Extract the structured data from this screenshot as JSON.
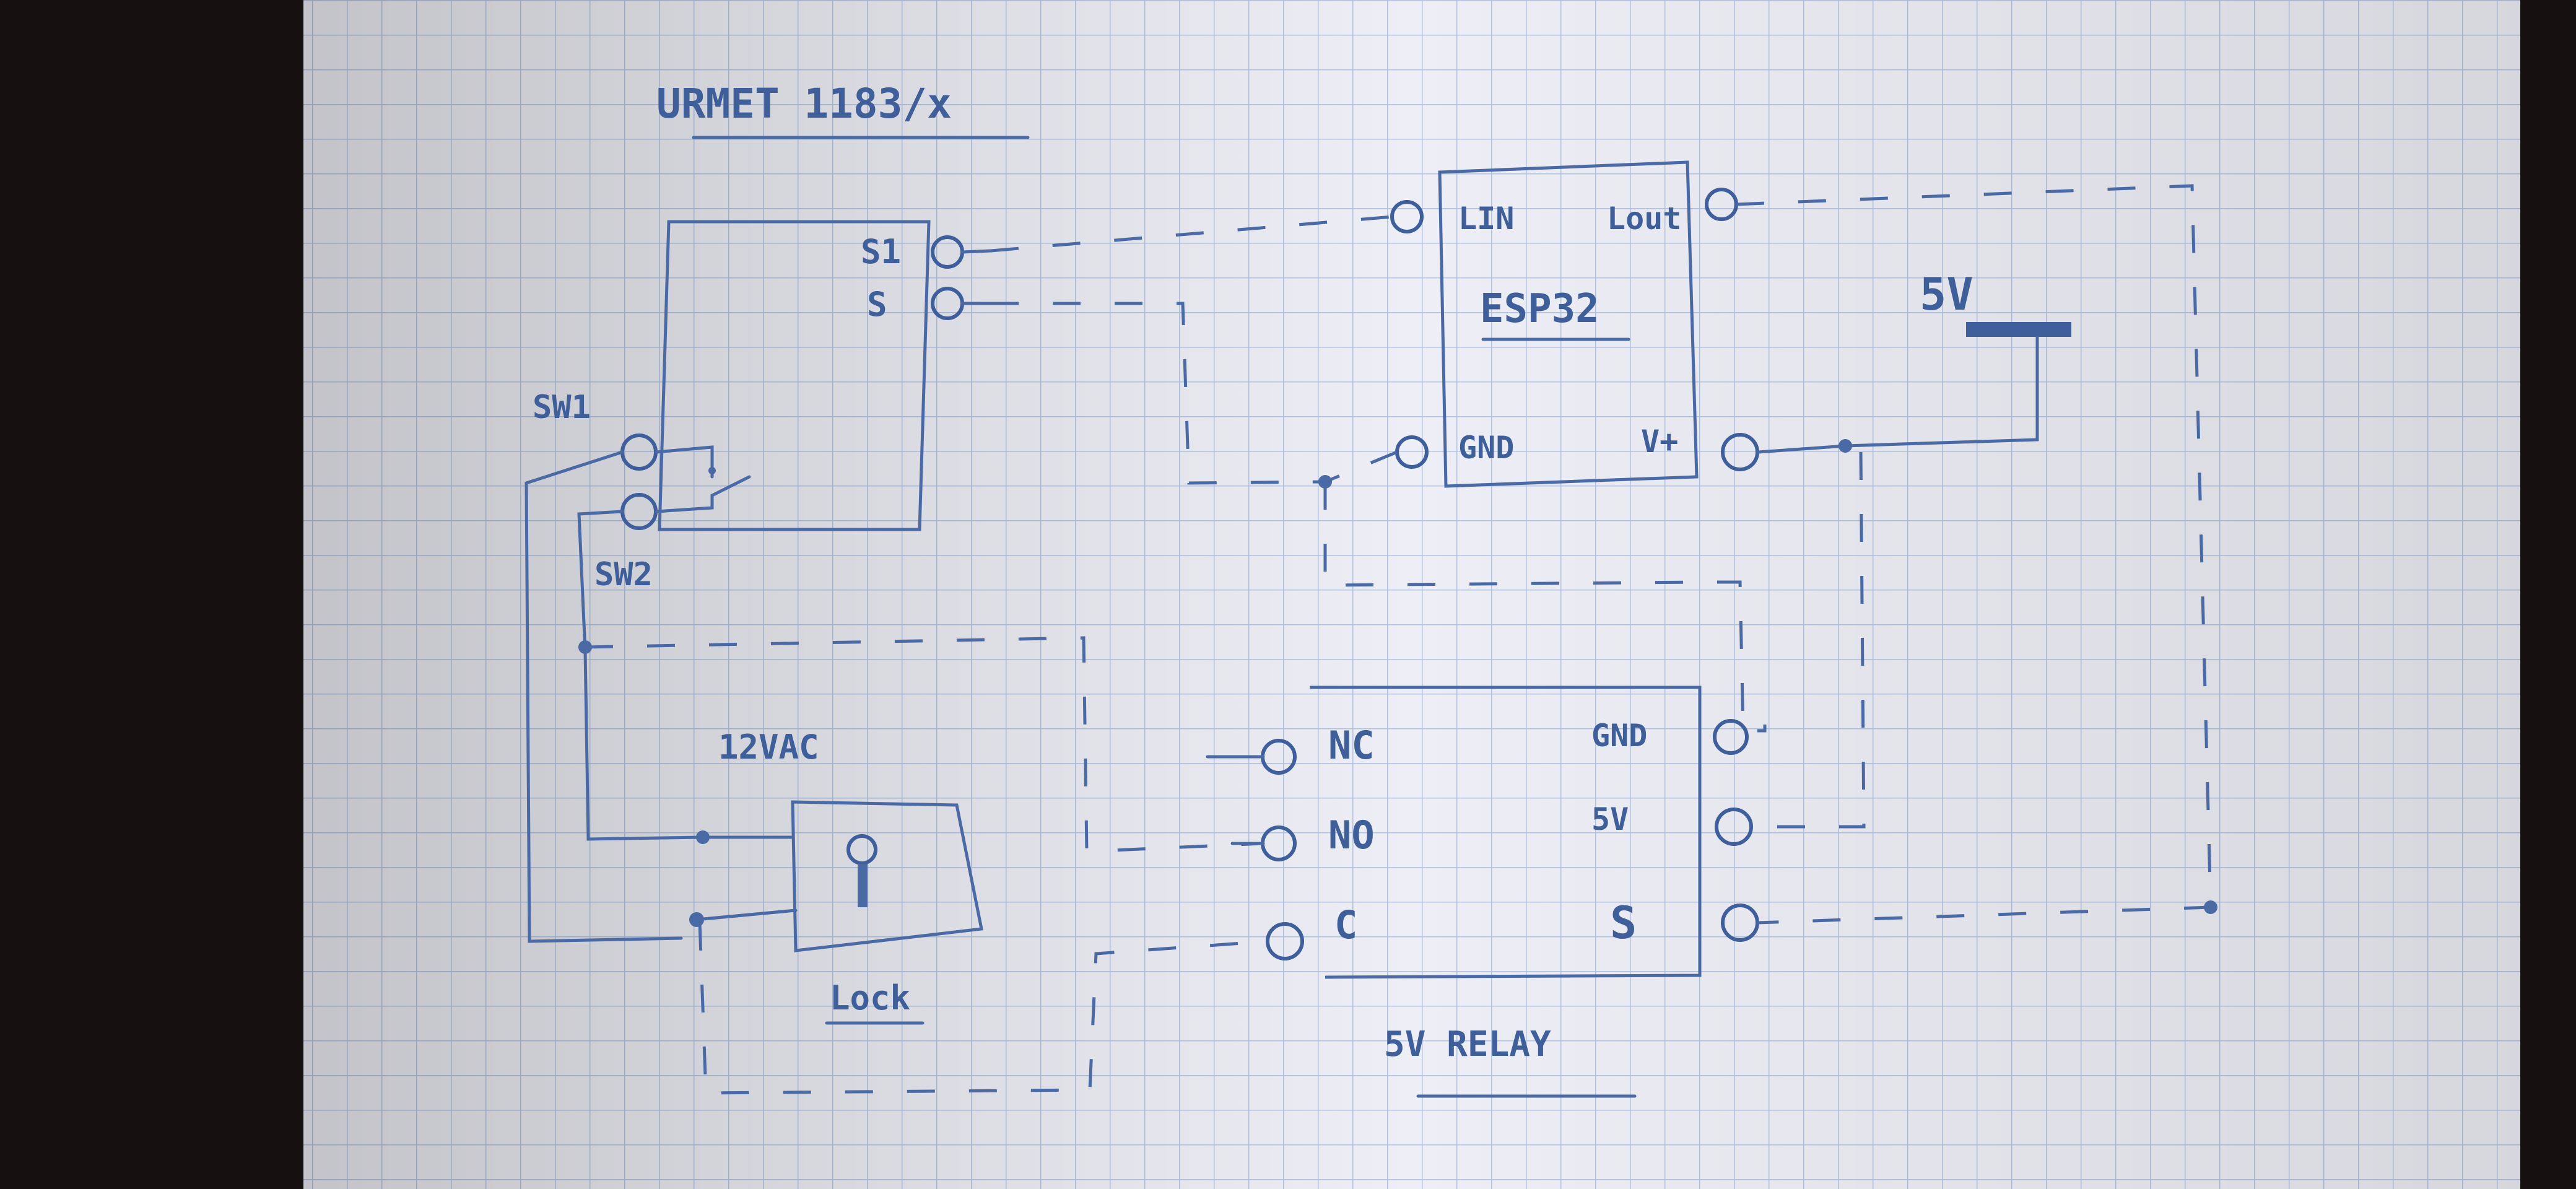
{
  "title": "URMET 1183/x",
  "esp32": {
    "name": "ESP32",
    "pins": {
      "lin": "LIN",
      "lout": "Lout",
      "gnd": "GND",
      "vplus": "V+"
    }
  },
  "urmet": {
    "pins": {
      "s1": "S1",
      "s": "S"
    }
  },
  "switch": {
    "sw1": "SW1",
    "sw2": "SW2"
  },
  "power": {
    "label": "5V"
  },
  "lock": {
    "supply": "12VAC",
    "label": "Lock"
  },
  "relay": {
    "name": "5V RELAY",
    "pins_left": {
      "nc": "NC",
      "no": "NO",
      "c": "C"
    },
    "pins_right": {
      "gnd": "GND",
      "v5": "5V",
      "s": "S"
    }
  },
  "colors": {
    "ink": "#4a6aa6",
    "paper": "#eeeef6",
    "grid": "#b5c3dc",
    "background": "#141110"
  }
}
